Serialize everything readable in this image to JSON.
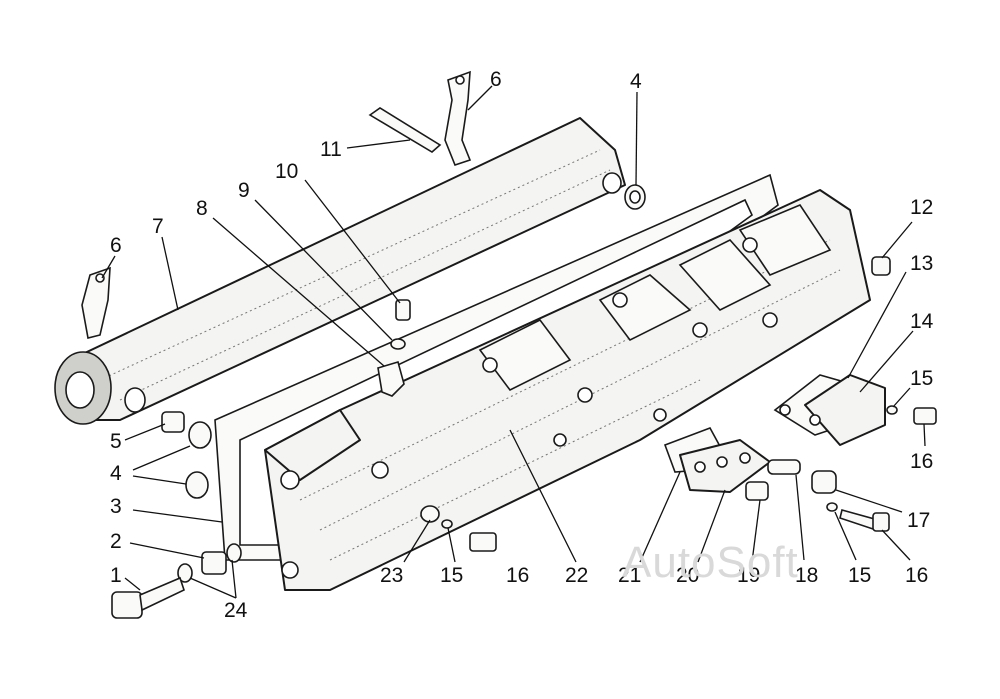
{
  "callouts": {
    "c6a": "6",
    "c4a": "4",
    "c11": "11",
    "c10": "10",
    "c9": "9",
    "c8": "8",
    "c7": "7",
    "c6b": "6",
    "c12": "12",
    "c13": "13",
    "c14": "14",
    "c15a": "15",
    "c16a": "16",
    "c5": "5",
    "c4b": "4",
    "c3": "3",
    "c2": "2",
    "c1": "1",
    "c24": "24",
    "c23": "23",
    "c15b": "15",
    "c16b": "16",
    "c22": "22",
    "c21": "21",
    "c20": "20",
    "c19": "19",
    "c18": "18",
    "c15c": "15",
    "c16c": "16",
    "c17": "17"
  },
  "watermark": "AutoSoft"
}
